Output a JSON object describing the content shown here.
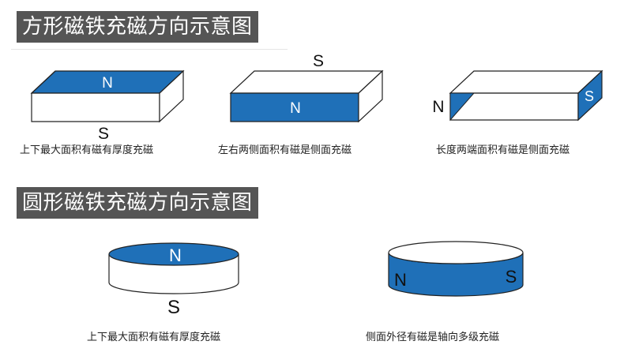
{
  "sections": [
    {
      "title": "方形磁铁充磁方向示意图",
      "items": [
        {
          "pole_top": "N",
          "pole_bottom": "S",
          "caption": "上下最大面积有磁有厚度充磁"
        },
        {
          "pole_top": "S",
          "pole_side": "N",
          "caption": "左右两侧面积有磁是侧面充磁"
        },
        {
          "pole_left": "N",
          "pole_right": "S",
          "caption": "长度两端面积有磁是侧面充磁"
        }
      ]
    },
    {
      "title": "圆形磁铁充磁方向示意图",
      "items": [
        {
          "pole_top": "N",
          "pole_bottom": "S",
          "caption": "上下最大面积有磁有厚度充磁"
        },
        {
          "pole_left": "N",
          "pole_right": "S",
          "caption": "侧面外径有磁是轴向多级充磁"
        }
      ]
    }
  ],
  "colors": {
    "magnet_blue": "#1f70b8",
    "heading_bg": "#555555",
    "outline": "#222222"
  }
}
